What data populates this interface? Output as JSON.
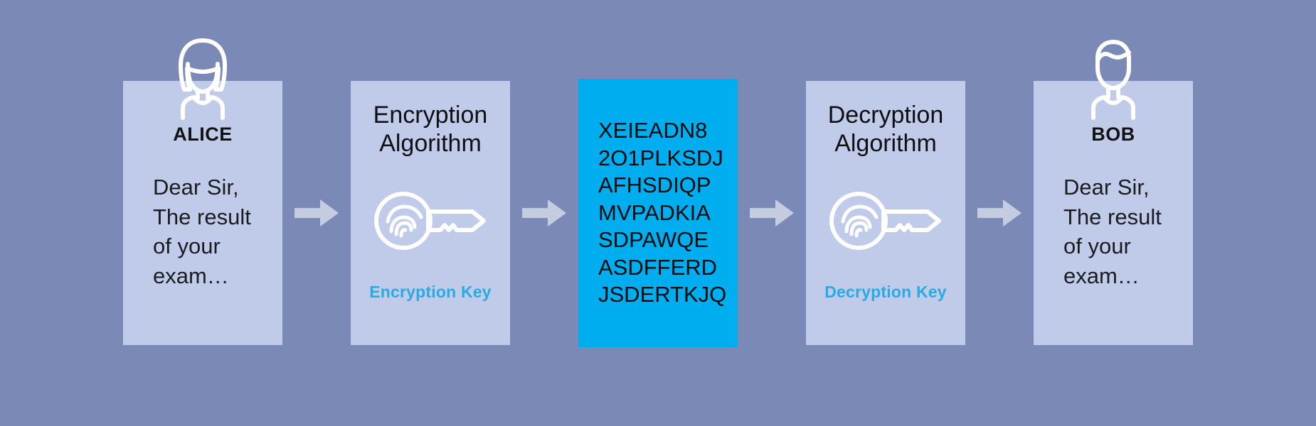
{
  "colors": {
    "background": "#7b89b7",
    "card": "#bfcbe8",
    "cipher_block": "#00aeef",
    "accent_key_label": "#29abe2",
    "arrow": "#c4cddf",
    "icon_outline": "#ffffff",
    "body_text": "#1c1c20"
  },
  "sender": {
    "name": "ALICE",
    "avatar_icon": "female-user-icon",
    "message_lines": [
      "Dear Sir,",
      "The result",
      "of your",
      "exam…"
    ]
  },
  "encryption": {
    "title_lines": [
      "Encryption",
      "Algorithm"
    ],
    "key_icon": "fingerprint-key-icon",
    "key_label": "Encryption Key"
  },
  "ciphertext": {
    "lines": [
      "XEIEADN8",
      "2O1PLKSDJ",
      "AFHSDIQP",
      "MVPADKIA",
      "SDPAWQE",
      "ASDFFERD",
      "JSDERTKJQ"
    ]
  },
  "decryption": {
    "title_lines": [
      "Decryption",
      "Algorithm"
    ],
    "key_icon": "fingerprint-key-icon",
    "key_label": "Decryption Key"
  },
  "receiver": {
    "name": "BOB",
    "avatar_icon": "male-user-icon",
    "message_lines": [
      "Dear Sir,",
      "The result",
      "of your",
      "exam…"
    ]
  },
  "arrows": [
    {
      "icon": "arrow-right-icon",
      "from": "sender",
      "to": "encryption"
    },
    {
      "icon": "arrow-right-icon",
      "from": "encryption",
      "to": "ciphertext"
    },
    {
      "icon": "arrow-right-icon",
      "from": "ciphertext",
      "to": "decryption"
    },
    {
      "icon": "arrow-right-icon",
      "from": "decryption",
      "to": "receiver"
    }
  ]
}
